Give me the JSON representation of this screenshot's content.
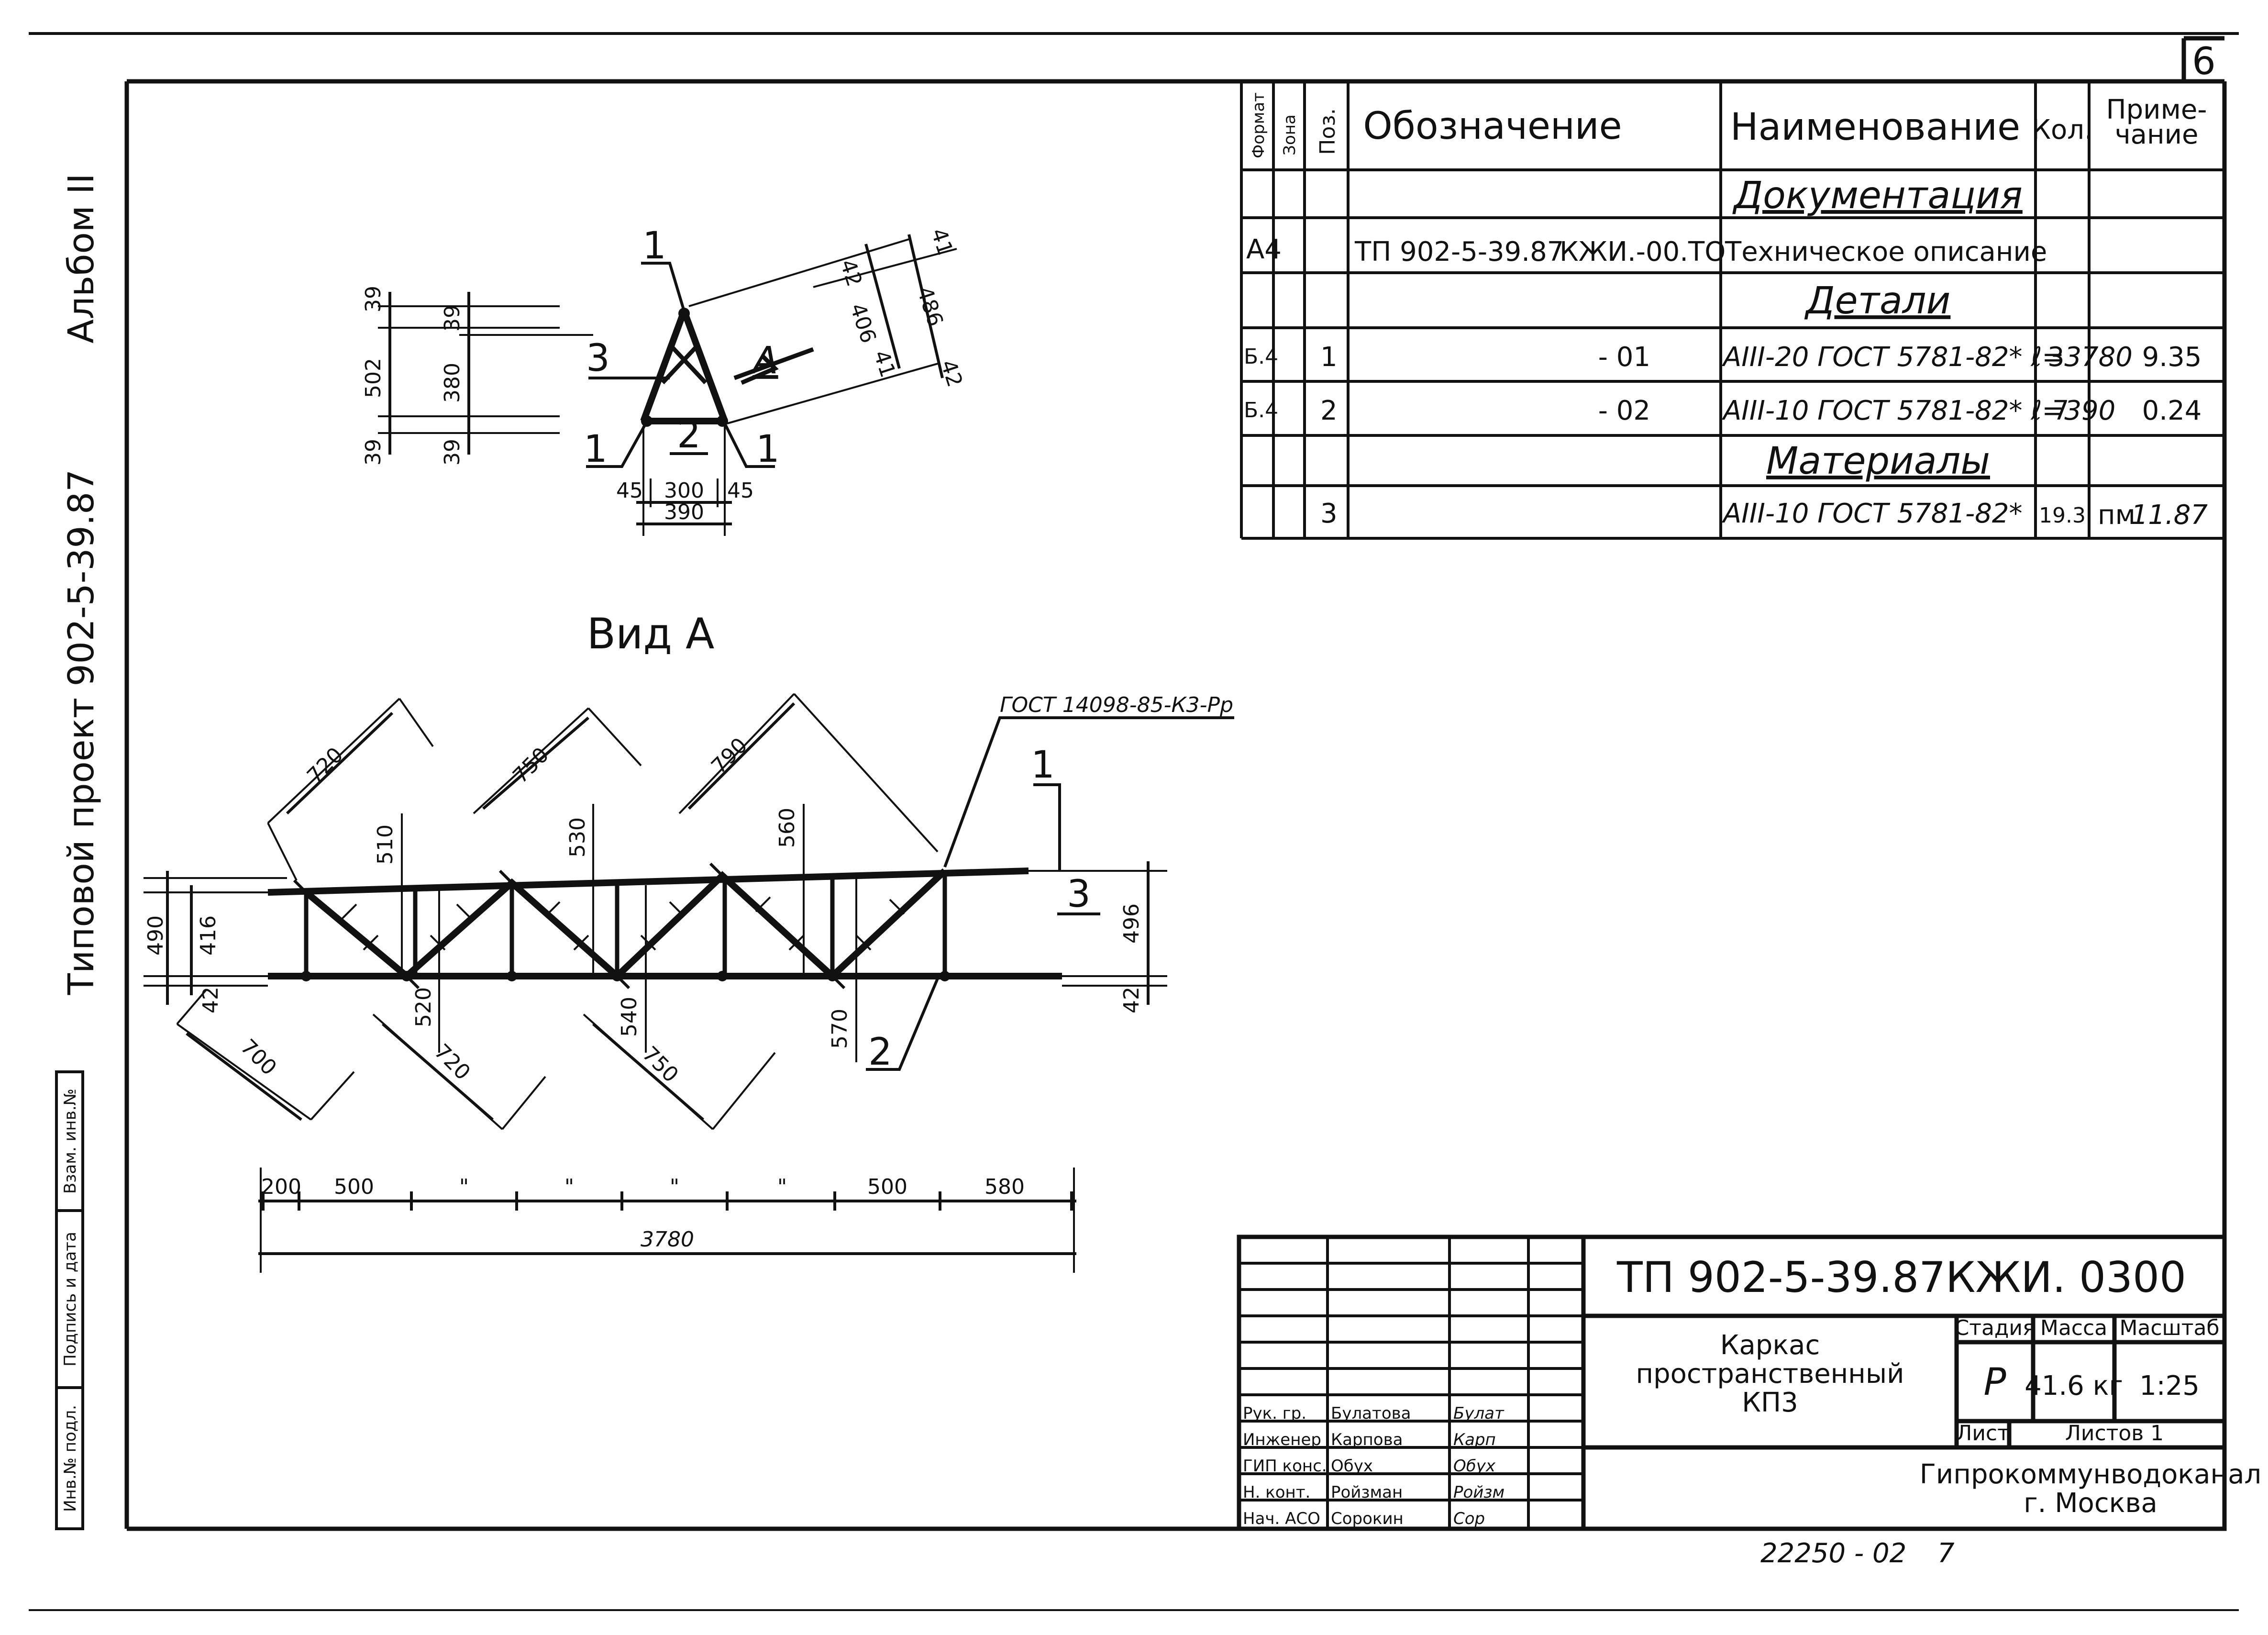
{
  "sheet_number": "6",
  "side": {
    "album": "Альбом II",
    "project": "Типовой проект 902-5-39.87",
    "inv_podl": "Инв.№ подл.",
    "podpis_data": "Подпись и дата",
    "vzam_inv": "Взам. инв.№"
  },
  "spec": {
    "headers": {
      "format": "Формат",
      "zona": "Зона",
      "poz": "Поз.",
      "oboznachenie": "Обозначение",
      "naimenovanie": "Наименование",
      "kol": "Кол.",
      "primechanie_1": "Приме-",
      "primechanie_2": "чание"
    },
    "rows": {
      "sec_doc": "Документация",
      "doc_format": "А4",
      "doc_oboz_1": "ТП 902-5-39.87",
      "doc_oboz_2": "КЖИ.-00.ТО",
      "doc_name": "Техническое описание",
      "sec_det": "Детали",
      "r1_format": "Б.4",
      "r1_poz": "1",
      "r1_oboz": "- 01",
      "r1_name": "АIII-20 ГОСТ 5781-82* ℓ=3780",
      "r1_kol": "3",
      "r1_prim": "9.35",
      "r2_format": "Б.4",
      "r2_poz": "2",
      "r2_oboz": "- 02",
      "r2_name": "АIII-10 ГОСТ 5781-82* ℓ=390",
      "r2_kol": "7",
      "r2_prim": "0.24",
      "sec_mat": "Материалы",
      "r3_poz": "3",
      "r3_name": "АIII-10 ГОСТ 5781-82*",
      "r3_kol": "19.3",
      "r3_prim_unit": "пм",
      "r3_prim": "11.87"
    }
  },
  "section": {
    "dims_left": [
      "39",
      "502",
      "39",
      "39",
      "380",
      "39"
    ],
    "dims_bottom": [
      "45",
      "300",
      "45",
      "390"
    ],
    "dims_right": [
      "41",
      "42",
      "406",
      "486",
      "41",
      "42"
    ],
    "labels": {
      "pos1": "1",
      "pos2": "2",
      "pos3": "3",
      "view_a": "А"
    }
  },
  "view_a": {
    "title": "Вид А",
    "gost_weld": "ГОСТ 14098-85-К3-Рр",
    "dims_top_diag": [
      "720",
      "750",
      "790"
    ],
    "dims_top_vert": [
      "510",
      "530",
      "560"
    ],
    "dims_bottom_diag": [
      "700",
      "720",
      "750"
    ],
    "dims_bottom_vert": [
      "520",
      "540",
      "570"
    ],
    "dims_left": [
      "490",
      "416",
      "42"
    ],
    "dims_right": [
      "496",
      "42"
    ],
    "labels": {
      "pos1": "1",
      "pos2": "2",
      "pos3": "3"
    },
    "chain": [
      "200",
      "500",
      "\"",
      "\"",
      "\"",
      "\"",
      "500",
      "580"
    ],
    "total": "3780"
  },
  "title_block": {
    "code": "ТП 902-5-39.87",
    "code_suffix": "КЖИ. 0300",
    "name_1": "Каркас",
    "name_2": "пространственный",
    "name_3": "КП3",
    "stadia_h": "Стадия",
    "massa_h": "Масса",
    "masshtab_h": "Масштаб",
    "stadia": "Р",
    "massa": "41.6 кг",
    "masshtab": "1:25",
    "list_h": "Лист",
    "listov_h": "Листов 1",
    "org_1": "Гипрокоммунводоканал",
    "org_2": "г. Москва",
    "staff": [
      {
        "role": "Рук. гр.",
        "name": "Булатова",
        "sign": "Булат"
      },
      {
        "role": "Инженер",
        "name": "Карпова",
        "sign": "Карп"
      },
      {
        "role": "ГИП конс.",
        "name": "Обух",
        "sign": "Обух"
      },
      {
        "role": "Н. конт.",
        "name": "Ройзман",
        "sign": "Ройзм"
      },
      {
        "role": "Нач. АСО",
        "name": "Сорокин",
        "sign": "Сор"
      }
    ]
  },
  "bottom_number_1": "22250 - 02",
  "bottom_number_2": "7"
}
